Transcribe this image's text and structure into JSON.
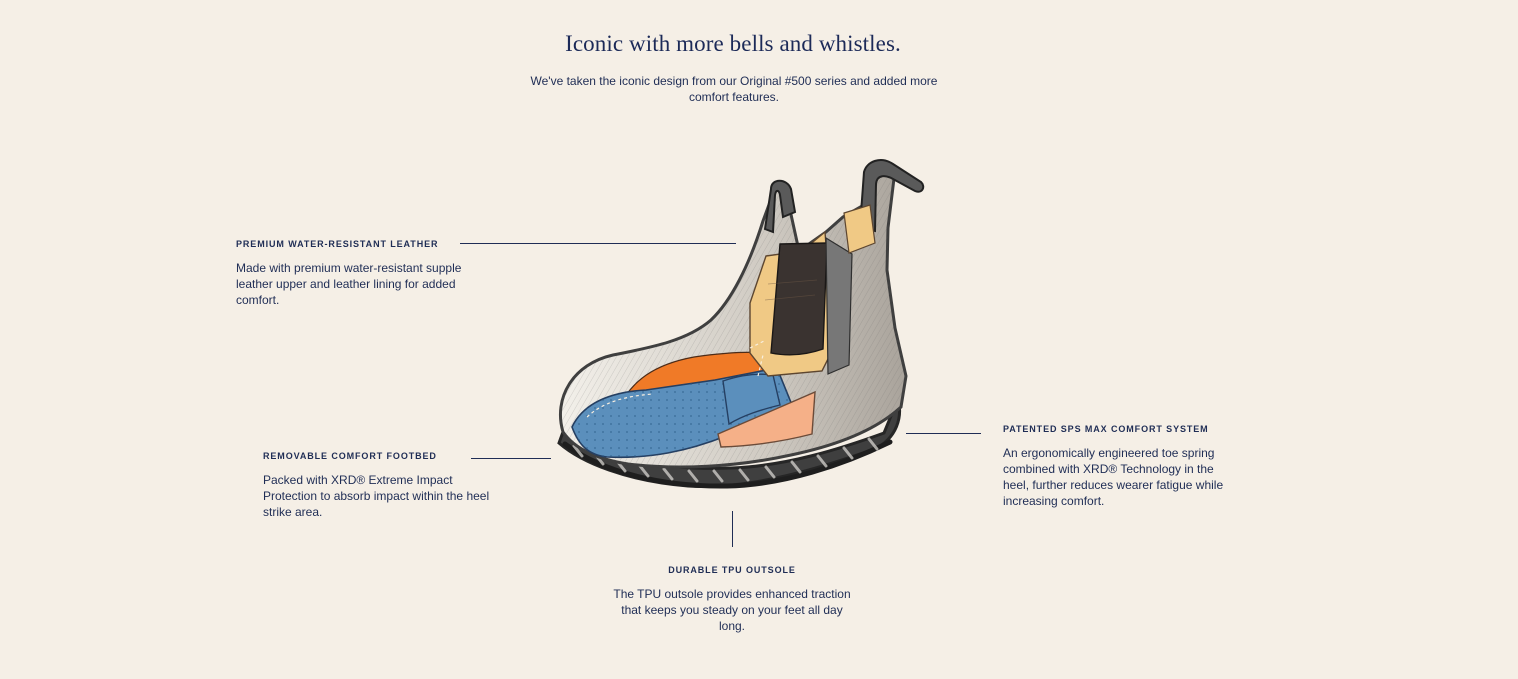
{
  "header": {
    "title": "Iconic with more bells and whistles.",
    "subtitle": "We've taken the iconic design from our Original #500 series and added more comfort features."
  },
  "features": {
    "leather": {
      "title": "PREMIUM WATER-RESISTANT LEATHER",
      "text": "Made with premium water-resistant supple leather upper and leather lining for added comfort."
    },
    "footbed": {
      "title": "REMOVABLE COMFORT FOOTBED",
      "text": "Packed with XRD® Extreme Impact Protection to absorb impact within the heel strike area."
    },
    "outsole": {
      "title": "DURABLE TPU OUTSOLE",
      "text": "The TPU outsole provides enhanced traction that keeps you steady on your feet all day long."
    },
    "comfort_system": {
      "title": "PATENTED SPS MAX COMFORT SYSTEM",
      "text": "An ergonomically engineered toe spring combined with XRD® Technology in the heel, further reduces wearer fatigue while increasing comfort."
    }
  },
  "illustration": {
    "icon": "boot-cutaway-illustration",
    "colors": {
      "leather": "#d8d6d1",
      "orange": "#f07a27",
      "blue": "#5b8fbc",
      "tan": "#f0c985",
      "elastic": "#3a3330",
      "sole": "#4a4a4a",
      "peach": "#f5b088"
    }
  }
}
